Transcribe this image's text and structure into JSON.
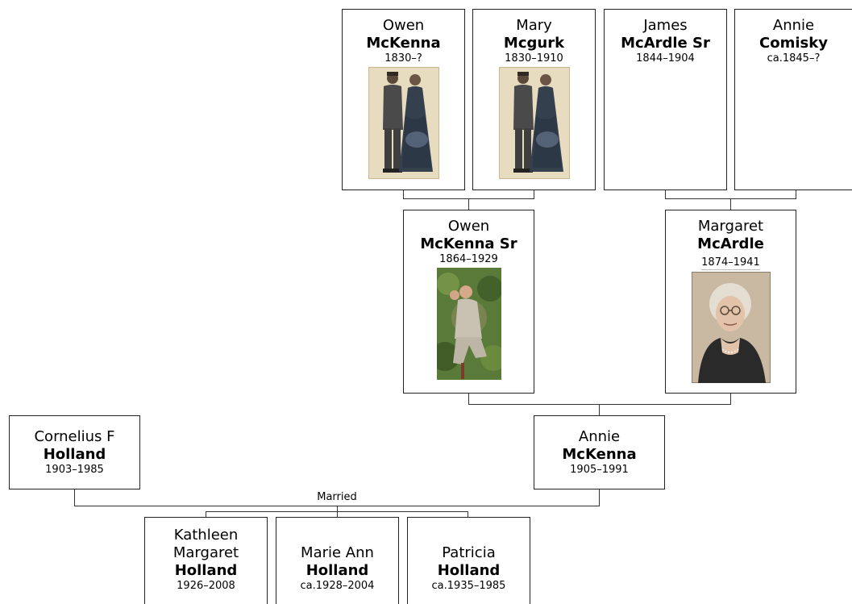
{
  "tree": {
    "marriage_label": "Married",
    "people": {
      "owen_mckenna": {
        "given": "Owen",
        "surname": "McKenna",
        "dates": "1830–?"
      },
      "mary_mcgurk": {
        "given": "Mary",
        "surname": "Mcgurk",
        "dates": "1830–1910"
      },
      "james_mcardle_sr": {
        "given": "James",
        "surname": "McArdle Sr",
        "dates": "1844–1904"
      },
      "annie_comisky": {
        "given": "Annie",
        "surname": "Comisky",
        "dates": "ca.1845–?"
      },
      "owen_mckenna_sr": {
        "given": "Owen",
        "surname": "McKenna Sr",
        "dates": "1864–1929"
      },
      "margaret_mcardle": {
        "given": "Margaret",
        "surname": "McArdle",
        "dates": "1874–1941"
      },
      "cornelius_holland": {
        "given": "Cornelius F",
        "surname": "Holland",
        "dates": "1903–1985"
      },
      "annie_mckenna": {
        "given": "Annie",
        "surname": "McKenna",
        "dates": "1905–1991"
      },
      "kathleen_holland": {
        "given": "Kathleen",
        "given_2": "Margaret",
        "surname": "Holland",
        "dates": "1926–2008"
      },
      "marie_ann_holland": {
        "given": "Marie Ann",
        "surname": "Holland",
        "dates": "ca.1928–2004"
      },
      "patricia_holland": {
        "given": "Patricia",
        "surname": "Holland",
        "dates": "ca.1935–1985"
      }
    }
  },
  "colors": {
    "border": "#222222",
    "connector": "#333333",
    "photo_sepia_bg": "#e8dcc0",
    "photo_green_bg": "#5a7a3a"
  }
}
